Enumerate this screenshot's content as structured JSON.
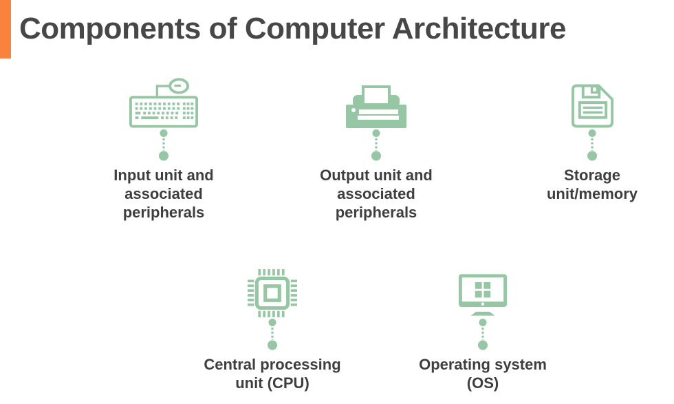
{
  "title": "Components of Computer Architecture",
  "colors": {
    "accent_color": "#F8823E",
    "icon_color": "#96C6A4",
    "title_color": "#474747",
    "label_color": "#3E3E3E",
    "background": "#FFFFFF"
  },
  "items": [
    {
      "id": "input-unit",
      "icon": "keyboard-mouse-icon",
      "lines": [
        "Input unit and",
        "associated",
        "peripherals"
      ]
    },
    {
      "id": "output-unit",
      "icon": "printer-icon",
      "lines": [
        "Output unit and",
        "associated",
        "peripherals"
      ]
    },
    {
      "id": "storage-unit",
      "icon": "floppy-disk-icon",
      "lines": [
        "Storage",
        "unit/memory"
      ]
    },
    {
      "id": "cpu",
      "icon": "cpu-chip-icon",
      "lines": [
        "Central processing",
        "unit (CPU)"
      ]
    },
    {
      "id": "os",
      "icon": "monitor-icon",
      "lines": [
        "Operating system",
        "(OS)"
      ]
    }
  ]
}
